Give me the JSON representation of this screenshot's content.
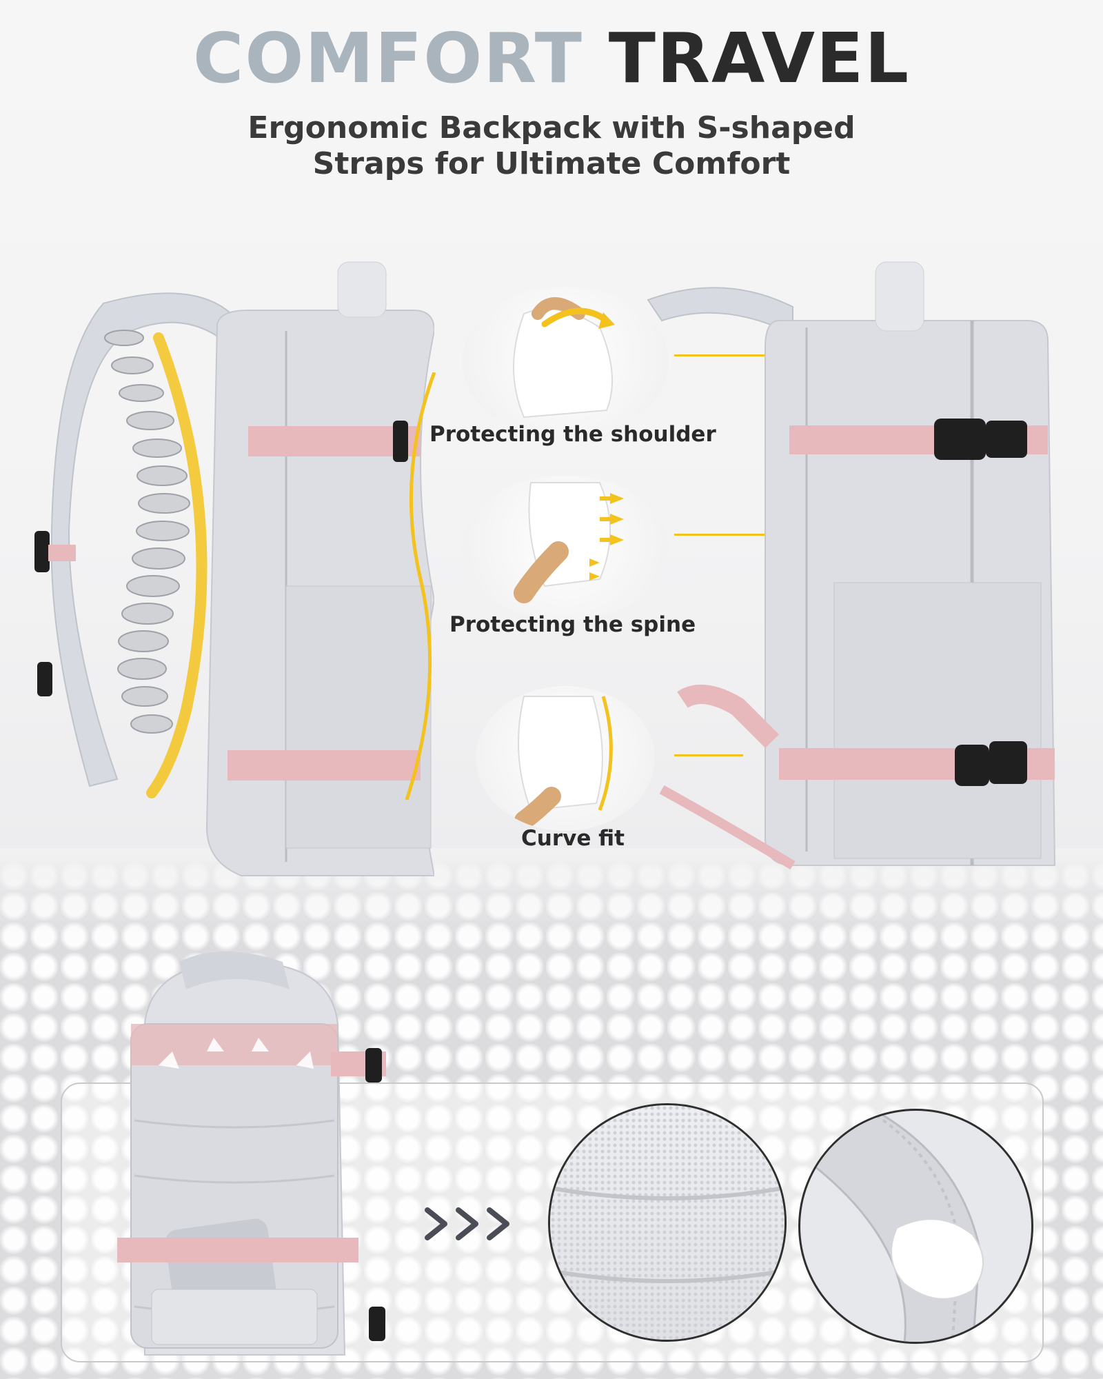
{
  "header": {
    "title_light": "COMFORT",
    "title_dark": "TRAVEL",
    "subtitle_line1": "Ergonomic Backpack with S-shaped",
    "subtitle_line2": "Straps for Ultimate Comfort"
  },
  "features": [
    {
      "label": "Protecting the shoulder",
      "icon": "shoulder-rotation-icon"
    },
    {
      "label": "Protecting the spine",
      "icon": "spine-arrows-icon"
    },
    {
      "label": "Curve fit",
      "icon": "curve-fit-icon"
    }
  ],
  "detail_panel": {
    "arrows_icon": "triple-chevron-right-icon",
    "zoom_views": [
      "breathable-mesh-detail",
      "padded-strap-detail"
    ]
  },
  "colors": {
    "title_light": "#a9b4bc",
    "title_dark": "#2b2b2b",
    "accent_yellow": "#f3c21d",
    "strap_pink": "#e7b9bc",
    "bag_grey": "#dcdee4"
  }
}
